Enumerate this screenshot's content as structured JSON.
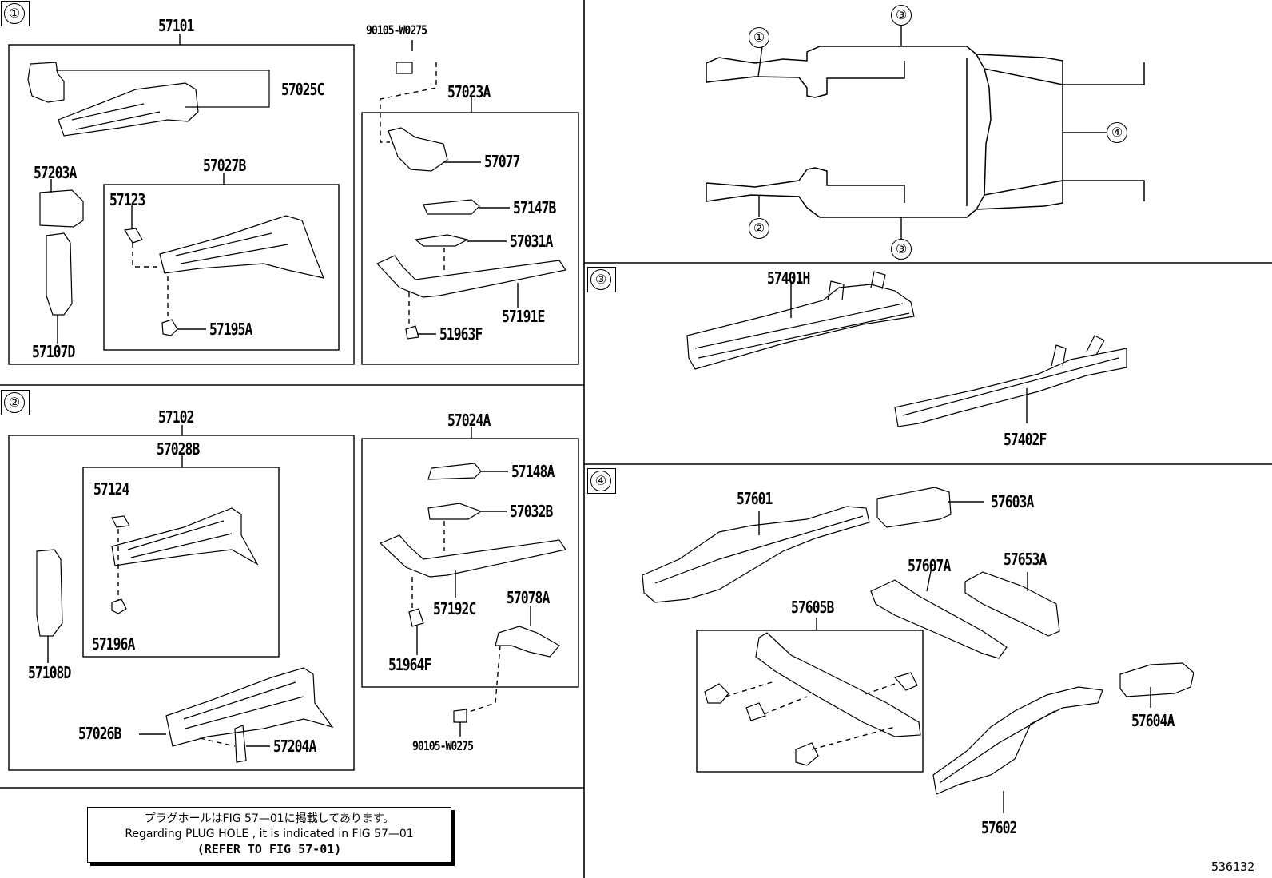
{
  "sections": {
    "s1": "①",
    "s2": "②",
    "s3": "③",
    "s4": "④"
  },
  "overview": {
    "markers": [
      "①",
      "②",
      "③",
      "③",
      "④"
    ]
  },
  "section1": {
    "assembly": "57101",
    "sub_assembly": "57027B",
    "parts": [
      "57025C",
      "57203A",
      "57123",
      "57195A",
      "57107D"
    ],
    "bolt": "90105-W0275",
    "right_group": "57023A",
    "right_parts": [
      "57077",
      "57147B",
      "57031A",
      "57191E",
      "51963F"
    ]
  },
  "section2": {
    "assembly": "57102",
    "sub_assembly": "57028B",
    "parts": [
      "57124",
      "57196A",
      "57108D",
      "57026B",
      "57204A"
    ],
    "right_group": "57024A",
    "right_parts": [
      "57148A",
      "57032B",
      "57192C",
      "57078A",
      "51964F"
    ],
    "bolt": "90105-W0275"
  },
  "section3": {
    "parts": [
      "57401H",
      "57402F"
    ]
  },
  "section4": {
    "parts": [
      "57601",
      "57603A",
      "57607A",
      "57653A",
      "57605B",
      "57604A",
      "57602"
    ]
  },
  "note": {
    "line1": "プラグホールはFIG 57—01に掲載してあります。",
    "line2": "Regarding  PLUG  HOLE , it is indicated in FIG  57—01",
    "line3": "(REFER TO FIG 57-01)"
  },
  "figure_number": "536132"
}
